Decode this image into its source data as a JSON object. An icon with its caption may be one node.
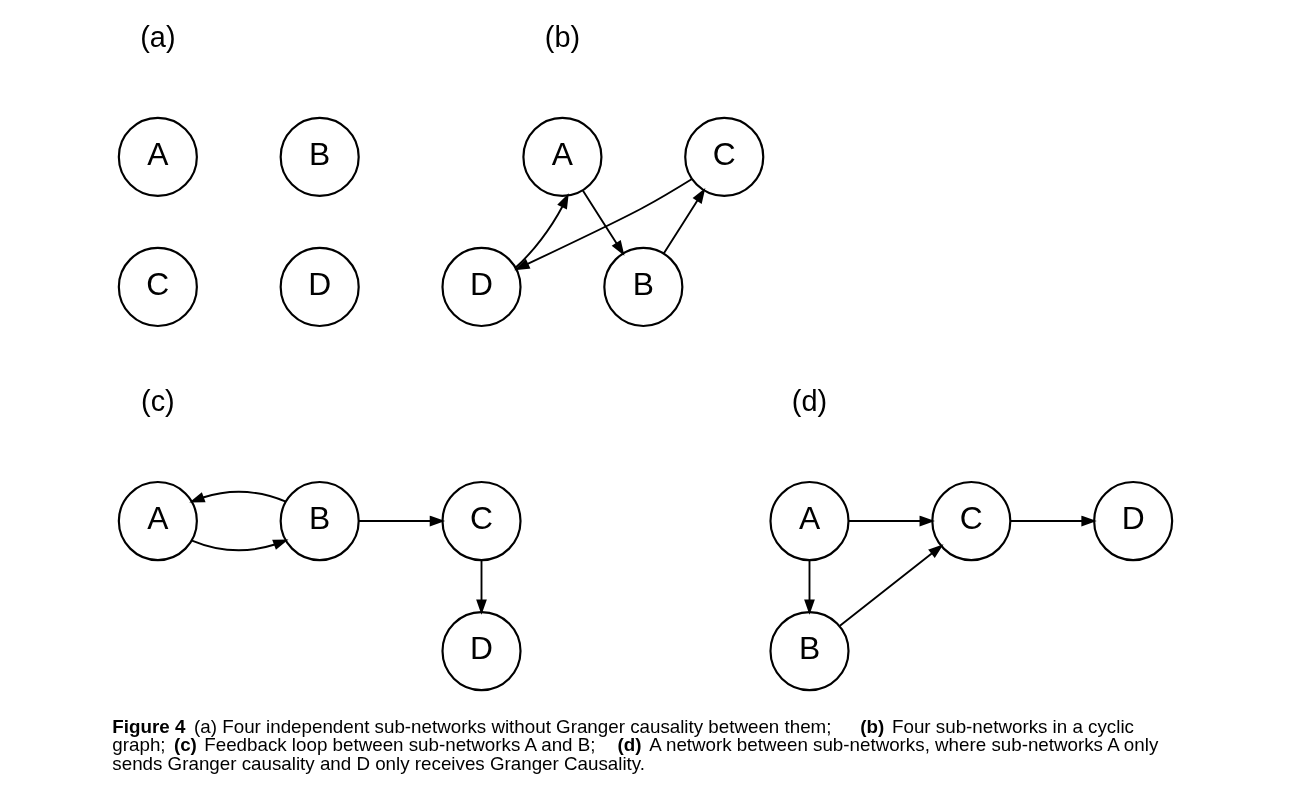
{
  "diagram": {
    "caption": "**Figure 4** (a) Four independent sub-networks without Granger causality between them; **(b)** Four sub-networks in a cyclic graph; **(c)** Feedback loop between sub-networks A and B; **(d)** A network between sub-networks, where sub-networks A only sends Granger causality and D only receives Granger Causality.",
    "nodes": [
      {
        "text": [
          "A"
        ]
      },
      {
        "text": [
          "B"
        ]
      },
      {
        "text": [
          "C"
        ]
      },
      {
        "text": [
          "D"
        ]
      },
      {
        "text": [
          "A"
        ]
      },
      {
        "text": [
          "B"
        ]
      },
      {
        "text": [
          "D"
        ]
      },
      {
        "text": [
          "C"
        ]
      },
      {
        "text": [
          "A"
        ]
      },
      {
        "text": [
          "B"
        ]
      },
      {
        "text": [
          "C"
        ]
      },
      {
        "text": [
          "D"
        ]
      },
      {
        "text": [
          "A"
        ]
      },
      {
        "text": [
          "C"
        ]
      },
      {
        "text": [
          "D"
        ]
      },
      {
        "text": [
          "B"
        ]
      }
    ],
    "edges": [
      {
        "from": 4,
        "to": 5,
        "arrow": "to"
      },
      {
        "from": 5,
        "to": 7,
        "arrow": "to"
      },
      {
        "from": 7,
        "to": 6,
        "arrow": "to"
      },
      {
        "from": 6,
        "to": 4,
        "arrow": "to"
      },
      {
        "from": 8,
        "to": 9,
        "arrow": "to"
      },
      {
        "from": 9,
        "to": 8,
        "arrow": "to"
      },
      {
        "from": 9,
        "to": 10,
        "arrow": "to"
      },
      {
        "from": 10,
        "to": 11,
        "arrow": "to"
      },
      {
        "from": 12,
        "to": 13,
        "arrow": "to"
      },
      {
        "from": 12,
        "to": 15,
        "arrow": "to"
      },
      {
        "from": 15,
        "to": 13,
        "arrow": "to"
      },
      {
        "from": 13,
        "to": 14,
        "arrow": "to"
      }
    ],
    "labels": [
      "(a)",
      "(b)",
      "(c)",
      "(d)"
    ]
  }
}
